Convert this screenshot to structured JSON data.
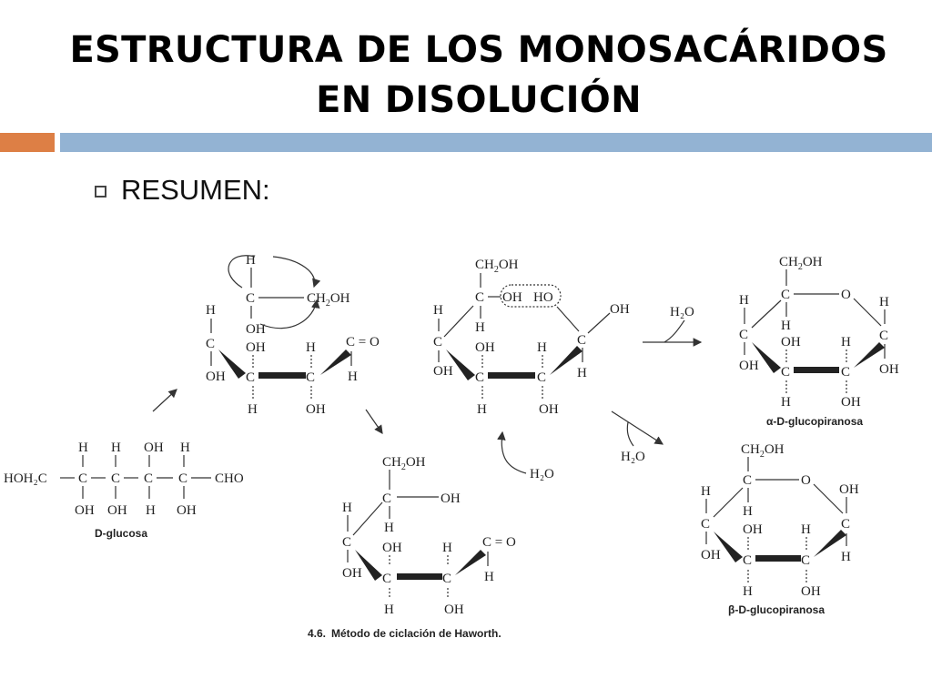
{
  "slide": {
    "title_line1": "ESTRUCTURA DE LOS MONOSACÁRIDOS",
    "title_line2": "EN DISOLUCIÓN",
    "bullet": "RESUMEN:"
  },
  "figure": {
    "caption_number": "4.6.",
    "caption": "Método de ciclación de Haworth.",
    "d_glucosa": "D-glucosa",
    "alpha_label": "α-D-glucopiranosa",
    "beta_label": "β-D-glucopiranosa",
    "water": "H₂O",
    "atoms": {
      "C": "C",
      "H": "H",
      "O": "O",
      "OH": "OH",
      "HO": "HO",
      "CHO": "CHO",
      "HOH2C": "HOH₂C",
      "CH2OH": "CH₂OH",
      "CO": "C = O"
    }
  },
  "colors": {
    "orange_bar": "#dd7f45",
    "blue_bar": "#93b3d3"
  }
}
